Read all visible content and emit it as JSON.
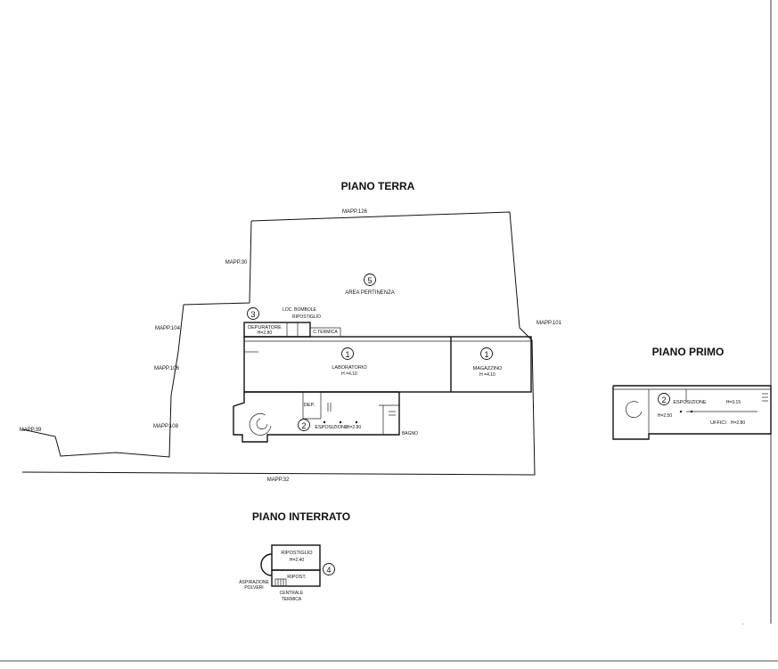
{
  "sections": {
    "ground_floor_title": "PIANO TERRA",
    "first_floor_title": "PIANO PRIMO",
    "basement_title": "PIANO INTERRATO"
  },
  "parcels": {
    "north": "MAPP.126",
    "north_west": "MAPP.30",
    "east": "MAPP.101",
    "west_a": "MAPP.104",
    "west_b": "MAPP.106",
    "west_c": "MAPP.108",
    "far_west": "MAPP.39",
    "south": "MAPP.32"
  },
  "ground_floor": {
    "area": {
      "number": "5",
      "label": "AREA PERTINENZA"
    },
    "depuratore": {
      "number": "3",
      "label": "DEPURATORE",
      "height": "H=2.80"
    },
    "loc_bombole": "LOC. BOMBOLE",
    "ripostiglio": "RIPOSTIGLIO",
    "centrale_termica": "C.TERMICA",
    "laboratorio": {
      "number": "1",
      "label": "LABORATORIO",
      "height": "H =4.10"
    },
    "magazzino": {
      "number": "1",
      "label": "MAGAZZINO",
      "height": "H =4.10"
    },
    "deposito": "DEP.",
    "esposizione": {
      "number": "2",
      "label": "ESPOSIZIONE",
      "height": "H=2.80"
    },
    "bagno": "BAGNO"
  },
  "first_floor": {
    "number": "2",
    "esposizione": "ESPOSIZIONE",
    "h1": "H=3.15",
    "h2": "H=2.50",
    "uffici": "UFFICI",
    "uffici_height": "H=2.80"
  },
  "basement": {
    "number": "4",
    "ripostiglio_1": "RIPOSTIGLIO",
    "ripostiglio_1_height": "H=2.40",
    "ripostiglio_2": "RIPOST.",
    "aspirazione_1": "ASPIRAZIONE",
    "aspirazione_2": "POLVERI",
    "centrale_1": "CENTRALE",
    "centrale_2": "TERMICA"
  }
}
